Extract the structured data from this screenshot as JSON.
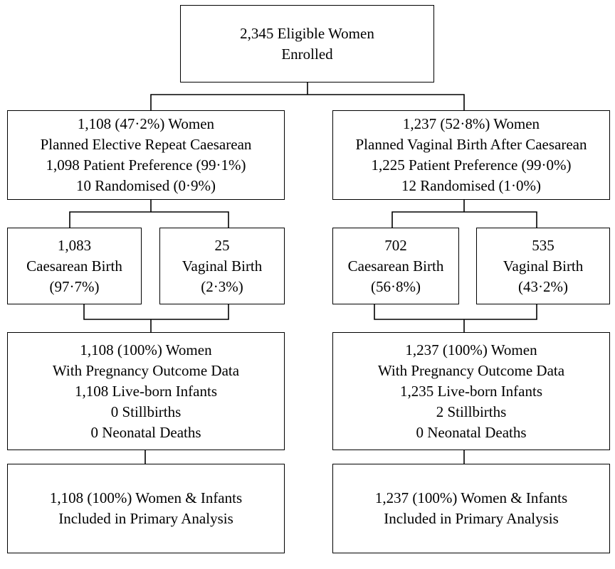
{
  "flowchart": {
    "enrolled": {
      "lines": [
        "2,345 Eligible Women",
        "Enrolled"
      ]
    },
    "left_arm": {
      "group": {
        "lines": [
          "1,108 (47·2%) Women",
          "Planned Elective Repeat Caesarean",
          "1,098 Patient Preference (99·1%)",
          "10 Randomised (0·9%)"
        ]
      },
      "caesarean": {
        "lines": [
          "1,083",
          "Caesarean Birth",
          "(97·7%)"
        ]
      },
      "vaginal": {
        "lines": [
          "25",
          "Vaginal Birth",
          "(2·3%)"
        ]
      },
      "outcomes": {
        "lines": [
          "1,108 (100%) Women",
          "With Pregnancy Outcome Data",
          "1,108 Live-born Infants",
          "0 Stillbirths",
          "0 Neonatal Deaths"
        ]
      },
      "analysis": {
        "lines": [
          "1,108 (100%) Women & Infants",
          "Included in Primary Analysis"
        ]
      }
    },
    "right_arm": {
      "group": {
        "lines": [
          "1,237 (52·8%) Women",
          "Planned Vaginal Birth After Caesarean",
          "1,225 Patient Preference (99·0%)",
          "12 Randomised (1·0%)"
        ]
      },
      "caesarean": {
        "lines": [
          "702",
          "Caesarean Birth",
          "(56·8%)"
        ]
      },
      "vaginal": {
        "lines": [
          "535",
          "Vaginal Birth",
          "(43·2%)"
        ]
      },
      "outcomes": {
        "lines": [
          "1,237 (100%) Women",
          "With Pregnancy Outcome Data",
          "1,235 Live-born Infants",
          "2 Stillbirths",
          "0 Neonatal Deaths"
        ]
      },
      "analysis": {
        "lines": [
          "1,237 (100%) Women & Infants",
          "Included in Primary Analysis"
        ]
      }
    }
  }
}
